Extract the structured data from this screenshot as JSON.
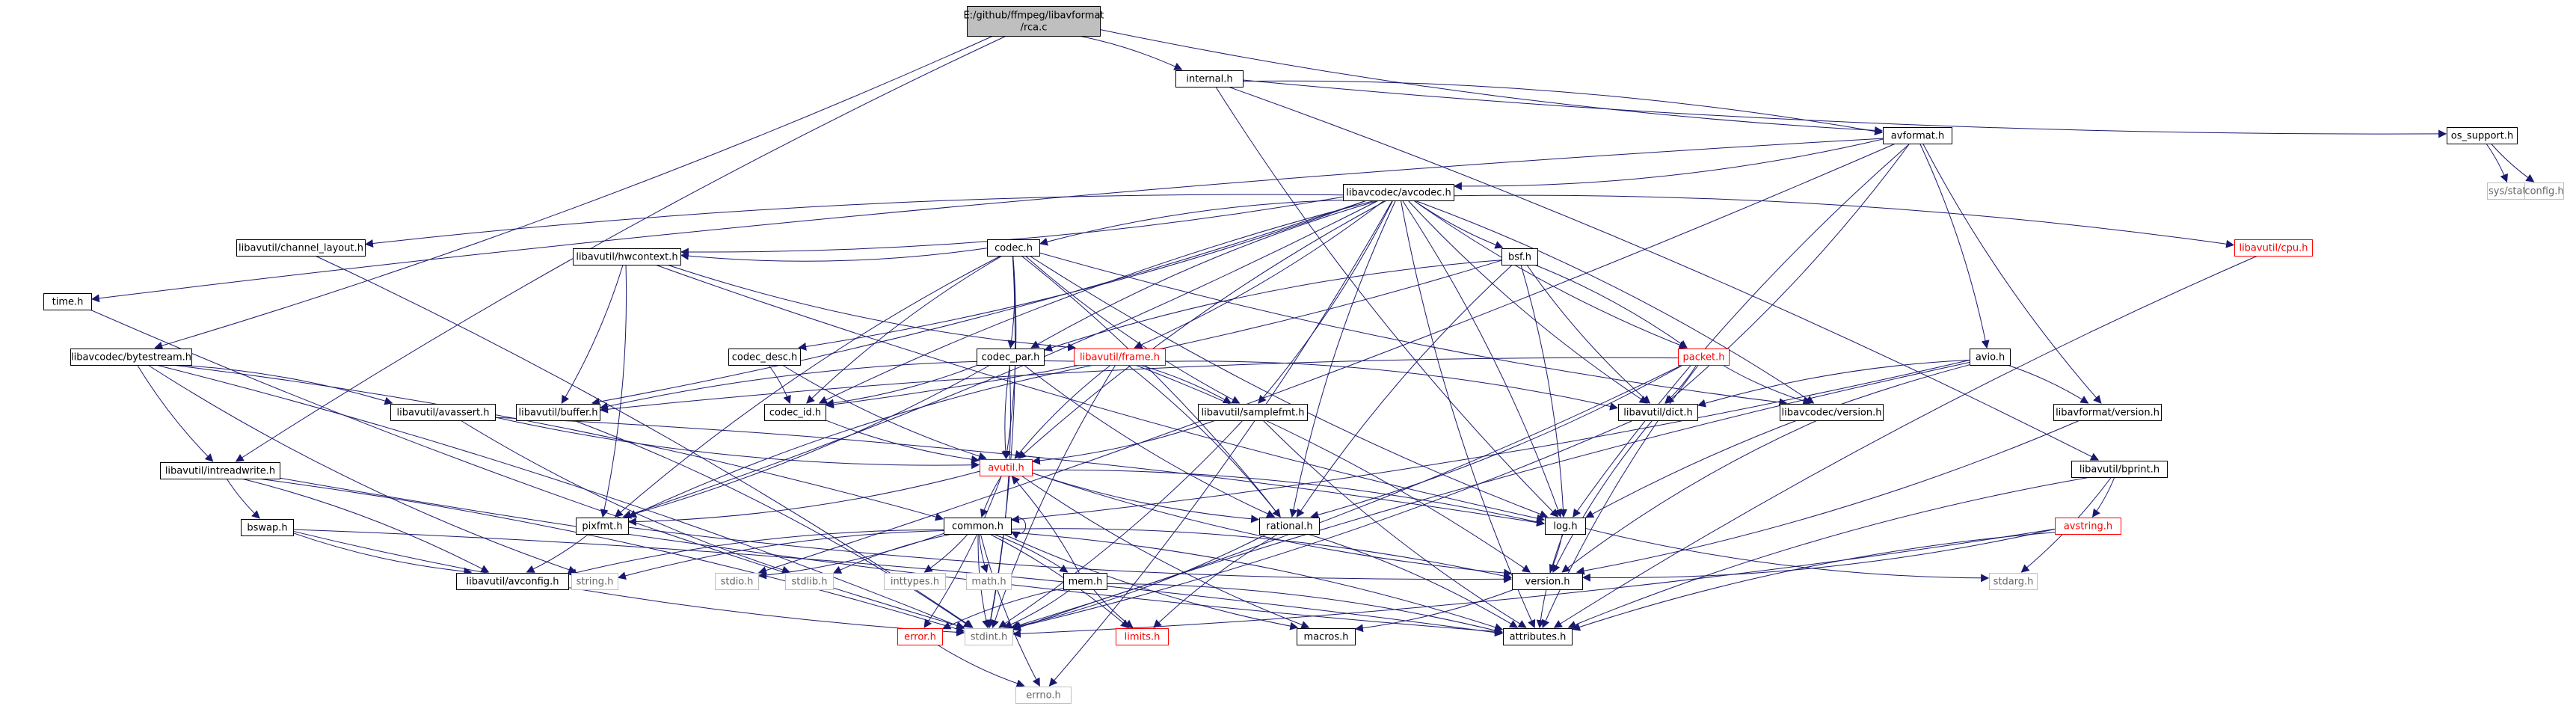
{
  "colors": {
    "edge": "#191970",
    "border_normal": "#000000",
    "border_red": "#ff0000",
    "border_gray": "#bfbfbf",
    "text_normal": "#000000",
    "text_red": "#ff0000",
    "text_gray": "#666666",
    "root_fill": "#bfbfbf",
    "node_fill": "#ffffff"
  },
  "nodes": [
    {
      "id": "root",
      "label_lines": [
        "E:/github/ffmpeg/libavformat",
        "/rca.c"
      ],
      "style": "root"
    },
    {
      "id": "internal",
      "label_lines": [
        "internal.h"
      ],
      "style": "normal"
    },
    {
      "id": "avformat",
      "label_lines": [
        "avformat.h"
      ],
      "style": "normal"
    },
    {
      "id": "os_support",
      "label_lines": [
        "os_support.h"
      ],
      "style": "normal"
    },
    {
      "id": "sysstat",
      "label_lines": [
        "sys/stat.h"
      ],
      "style": "gray"
    },
    {
      "id": "config",
      "label_lines": [
        "config.h"
      ],
      "style": "gray"
    },
    {
      "id": "avcodec",
      "label_lines": [
        "libavcodec/avcodec.h"
      ],
      "style": "normal"
    },
    {
      "id": "channel_layout",
      "label_lines": [
        "libavutil/channel_layout.h"
      ],
      "style": "normal"
    },
    {
      "id": "cpu",
      "label_lines": [
        "libavutil/cpu.h"
      ],
      "style": "red"
    },
    {
      "id": "time",
      "label_lines": [
        "time.h"
      ],
      "style": "normal"
    },
    {
      "id": "codec",
      "label_lines": [
        "codec.h"
      ],
      "style": "normal"
    },
    {
      "id": "hwcontext",
      "label_lines": [
        "libavutil/hwcontext.h"
      ],
      "style": "normal"
    },
    {
      "id": "bsf",
      "label_lines": [
        "bsf.h"
      ],
      "style": "normal"
    },
    {
      "id": "bytestream",
      "label_lines": [
        "libavcodec/bytestream.h"
      ],
      "style": "normal"
    },
    {
      "id": "codec_desc",
      "label_lines": [
        "codec_desc.h"
      ],
      "style": "normal"
    },
    {
      "id": "codec_par",
      "label_lines": [
        "codec_par.h"
      ],
      "style": "normal"
    },
    {
      "id": "frame",
      "label_lines": [
        "libavutil/frame.h"
      ],
      "style": "red"
    },
    {
      "id": "packet",
      "label_lines": [
        "packet.h"
      ],
      "style": "red"
    },
    {
      "id": "avio",
      "label_lines": [
        "avio.h"
      ],
      "style": "normal"
    },
    {
      "id": "avassert",
      "label_lines": [
        "libavutil/avassert.h"
      ],
      "style": "normal"
    },
    {
      "id": "buffer",
      "label_lines": [
        "libavutil/buffer.h"
      ],
      "style": "normal"
    },
    {
      "id": "codec_id",
      "label_lines": [
        "codec_id.h"
      ],
      "style": "normal"
    },
    {
      "id": "samplefmt",
      "label_lines": [
        "libavutil/samplefmt.h"
      ],
      "style": "normal"
    },
    {
      "id": "dict",
      "label_lines": [
        "libavutil/dict.h"
      ],
      "style": "normal"
    },
    {
      "id": "avcodec_version",
      "label_lines": [
        "libavcodec/version.h"
      ],
      "style": "normal"
    },
    {
      "id": "avformat_version",
      "label_lines": [
        "libavformat/version.h"
      ],
      "style": "normal"
    },
    {
      "id": "intreadwrite",
      "label_lines": [
        "libavutil/intreadwrite.h"
      ],
      "style": "normal"
    },
    {
      "id": "avutil",
      "label_lines": [
        "avutil.h"
      ],
      "style": "red"
    },
    {
      "id": "bprint",
      "label_lines": [
        "libavutil/bprint.h"
      ],
      "style": "normal"
    },
    {
      "id": "bswap",
      "label_lines": [
        "bswap.h"
      ],
      "style": "normal"
    },
    {
      "id": "pixfmt",
      "label_lines": [
        "pixfmt.h"
      ],
      "style": "normal"
    },
    {
      "id": "common",
      "label_lines": [
        "common.h"
      ],
      "style": "normal"
    },
    {
      "id": "rational",
      "label_lines": [
        "rational.h"
      ],
      "style": "normal"
    },
    {
      "id": "log",
      "label_lines": [
        "log.h"
      ],
      "style": "normal"
    },
    {
      "id": "avstring",
      "label_lines": [
        "avstring.h"
      ],
      "style": "red"
    },
    {
      "id": "avconfig",
      "label_lines": [
        "libavutil/avconfig.h"
      ],
      "style": "normal"
    },
    {
      "id": "string",
      "label_lines": [
        "string.h"
      ],
      "style": "gray"
    },
    {
      "id": "stdio",
      "label_lines": [
        "stdio.h"
      ],
      "style": "gray"
    },
    {
      "id": "stdlib",
      "label_lines": [
        "stdlib.h"
      ],
      "style": "gray"
    },
    {
      "id": "inttypes",
      "label_lines": [
        "inttypes.h"
      ],
      "style": "gray"
    },
    {
      "id": "math",
      "label_lines": [
        "math.h"
      ],
      "style": "gray"
    },
    {
      "id": "mem",
      "label_lines": [
        "mem.h"
      ],
      "style": "normal"
    },
    {
      "id": "version",
      "label_lines": [
        "version.h"
      ],
      "style": "normal"
    },
    {
      "id": "stdarg",
      "label_lines": [
        "stdarg.h"
      ],
      "style": "gray"
    },
    {
      "id": "error",
      "label_lines": [
        "error.h"
      ],
      "style": "red"
    },
    {
      "id": "stdint",
      "label_lines": [
        "stdint.h"
      ],
      "style": "gray"
    },
    {
      "id": "limits",
      "label_lines": [
        "limits.h"
      ],
      "style": "red"
    },
    {
      "id": "macros",
      "label_lines": [
        "macros.h"
      ],
      "style": "normal"
    },
    {
      "id": "attributes",
      "label_lines": [
        "attributes.h"
      ],
      "style": "normal"
    },
    {
      "id": "errno",
      "label_lines": [
        "errno.h"
      ],
      "style": "gray"
    }
  ],
  "edges": [
    [
      "root",
      "internal"
    ],
    [
      "root",
      "avformat"
    ],
    [
      "root",
      "bytestream"
    ],
    [
      "root",
      "intreadwrite"
    ],
    [
      "internal",
      "avformat"
    ],
    [
      "internal",
      "os_support"
    ],
    [
      "internal",
      "bprint"
    ],
    [
      "internal",
      "log"
    ],
    [
      "os_support",
      "sysstat"
    ],
    [
      "os_support",
      "config"
    ],
    [
      "avformat",
      "avcodec"
    ],
    [
      "avformat",
      "time"
    ],
    [
      "avformat",
      "avio"
    ],
    [
      "avformat",
      "avformat_version"
    ],
    [
      "avformat",
      "dict"
    ],
    [
      "avformat",
      "log"
    ],
    [
      "avformat",
      "stdio"
    ],
    [
      "avcodec",
      "channel_layout"
    ],
    [
      "avcodec",
      "cpu"
    ],
    [
      "avcodec",
      "codec"
    ],
    [
      "avcodec",
      "hwcontext"
    ],
    [
      "avcodec",
      "bsf"
    ],
    [
      "avcodec",
      "codec_desc"
    ],
    [
      "avcodec",
      "codec_par"
    ],
    [
      "avcodec",
      "frame"
    ],
    [
      "avcodec",
      "packet"
    ],
    [
      "avcodec",
      "buffer"
    ],
    [
      "avcodec",
      "codec_id"
    ],
    [
      "avcodec",
      "samplefmt"
    ],
    [
      "avcodec",
      "dict"
    ],
    [
      "avcodec",
      "avcodec_version"
    ],
    [
      "avcodec",
      "avutil"
    ],
    [
      "avcodec",
      "pixfmt"
    ],
    [
      "avcodec",
      "rational"
    ],
    [
      "avcodec",
      "log"
    ],
    [
      "avcodec",
      "attributes"
    ],
    [
      "avcodec",
      "errno"
    ],
    [
      "time",
      "stdint"
    ],
    [
      "channel_layout",
      "stdint"
    ],
    [
      "cpu",
      "attributes"
    ],
    [
      "codec",
      "hwcontext"
    ],
    [
      "codec",
      "codec_id"
    ],
    [
      "codec",
      "codec_par"
    ],
    [
      "codec",
      "samplefmt"
    ],
    [
      "codec",
      "avutil"
    ],
    [
      "codec",
      "pixfmt"
    ],
    [
      "codec",
      "rational"
    ],
    [
      "codec",
      "log"
    ],
    [
      "codec",
      "stdint"
    ],
    [
      "codec",
      "avcodec_version"
    ],
    [
      "hwcontext",
      "buffer"
    ],
    [
      "hwcontext",
      "frame"
    ],
    [
      "hwcontext",
      "pixfmt"
    ],
    [
      "hwcontext",
      "log"
    ],
    [
      "bsf",
      "codec_id"
    ],
    [
      "bsf",
      "codec_par"
    ],
    [
      "bsf",
      "packet"
    ],
    [
      "bsf",
      "dict"
    ],
    [
      "bsf",
      "log"
    ],
    [
      "bsf",
      "rational"
    ],
    [
      "codec_desc",
      "codec_id"
    ],
    [
      "codec_desc",
      "avutil"
    ],
    [
      "codec_par",
      "codec_id"
    ],
    [
      "codec_par",
      "avutil"
    ],
    [
      "codec_par",
      "pixfmt"
    ],
    [
      "codec_par",
      "rational"
    ],
    [
      "codec_par",
      "stdint"
    ],
    [
      "frame",
      "buffer"
    ],
    [
      "frame",
      "dict"
    ],
    [
      "frame",
      "avutil"
    ],
    [
      "frame",
      "samplefmt"
    ],
    [
      "frame",
      "pixfmt"
    ],
    [
      "frame",
      "rational"
    ],
    [
      "frame",
      "stdint"
    ],
    [
      "frame",
      "version"
    ],
    [
      "packet",
      "buffer"
    ],
    [
      "packet",
      "dict"
    ],
    [
      "packet",
      "avcodec_version"
    ],
    [
      "packet",
      "rational"
    ],
    [
      "packet",
      "attributes"
    ],
    [
      "packet",
      "stdint"
    ],
    [
      "avio",
      "dict"
    ],
    [
      "avio",
      "common"
    ],
    [
      "avio",
      "log"
    ],
    [
      "avio",
      "avformat_version"
    ],
    [
      "avio",
      "stdint"
    ],
    [
      "bytestream",
      "avassert"
    ],
    [
      "bytestream",
      "intreadwrite"
    ],
    [
      "bytestream",
      "common"
    ],
    [
      "bytestream",
      "string"
    ],
    [
      "bytestream",
      "stdint"
    ],
    [
      "avassert",
      "avutil"
    ],
    [
      "avassert",
      "log"
    ],
    [
      "avassert",
      "stdlib"
    ],
    [
      "buffer",
      "stdint"
    ],
    [
      "codec_id",
      "avutil"
    ],
    [
      "samplefmt",
      "avutil"
    ],
    [
      "samplefmt",
      "attributes"
    ],
    [
      "samplefmt",
      "stdint"
    ],
    [
      "dict",
      "version"
    ],
    [
      "dict",
      "stdint"
    ],
    [
      "avcodec_version",
      "version"
    ],
    [
      "avformat_version",
      "version"
    ],
    [
      "intreadwrite",
      "bswap"
    ],
    [
      "intreadwrite",
      "avconfig"
    ],
    [
      "intreadwrite",
      "attributes"
    ],
    [
      "intreadwrite",
      "stdint"
    ],
    [
      "avutil",
      "common"
    ],
    [
      "avutil",
      "pixfmt"
    ],
    [
      "avutil",
      "rational"
    ],
    [
      "avutil",
      "log"
    ],
    [
      "avutil",
      "version"
    ],
    [
      "avutil",
      "error"
    ],
    [
      "avutil",
      "macros"
    ],
    [
      "bprint",
      "avstring"
    ],
    [
      "bprint",
      "attributes"
    ],
    [
      "bprint",
      "stdarg"
    ],
    [
      "bswap",
      "avconfig"
    ],
    [
      "bswap",
      "attributes"
    ],
    [
      "bswap",
      "stdint"
    ],
    [
      "pixfmt",
      "avconfig"
    ],
    [
      "pixfmt",
      "version"
    ],
    [
      "common",
      "common"
    ],
    [
      "common",
      "string"
    ],
    [
      "common",
      "stdio"
    ],
    [
      "common",
      "stdlib"
    ],
    [
      "common",
      "inttypes"
    ],
    [
      "common",
      "math"
    ],
    [
      "common",
      "mem"
    ],
    [
      "common",
      "errno"
    ],
    [
      "common",
      "limits"
    ],
    [
      "common",
      "stdint"
    ],
    [
      "common",
      "attributes"
    ],
    [
      "common",
      "macros"
    ],
    [
      "common",
      "version"
    ],
    [
      "common",
      "avconfig"
    ],
    [
      "rational",
      "stdint"
    ],
    [
      "rational",
      "limits"
    ],
    [
      "rational",
      "attributes"
    ],
    [
      "log",
      "stdarg"
    ],
    [
      "log",
      "version"
    ],
    [
      "log",
      "attributes"
    ],
    [
      "avstring",
      "version"
    ],
    [
      "avstring",
      "attributes"
    ],
    [
      "avstring",
      "stdint"
    ],
    [
      "mem",
      "error"
    ],
    [
      "mem",
      "attributes"
    ],
    [
      "mem",
      "avutil"
    ],
    [
      "mem",
      "stdint"
    ],
    [
      "mem",
      "limits"
    ],
    [
      "version",
      "macros"
    ],
    [
      "error",
      "errno"
    ]
  ]
}
